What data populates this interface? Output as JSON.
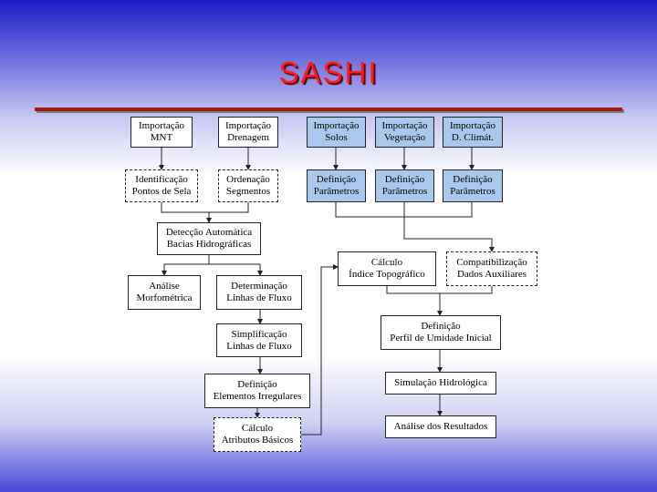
{
  "title": "SASHI",
  "nodes": {
    "importacao_mnt": "Importação\nMNT",
    "importacao_drenagem": "Importação\nDrenagem",
    "importacao_solos": "Importação\nSolos",
    "importacao_vegetacao": "Importação\nVegetação",
    "importacao_dclimat": "Importação\nD. Climát.",
    "identificacao_pontos": "Identificação\nPontos de Sela",
    "ordenacao_segmentos": "Ordenação\nSegmentos",
    "definicao_parametros_1": "Definição\nParâmetros",
    "definicao_parametros_2": "Definição\nParâmetros",
    "definicao_parametros_3": "Definição\nParâmetros",
    "deteccao_bacias": "Detecção Automática\nBacias Hidrográficas",
    "calculo_indice": "Cálculo\nÍndice Topográfico",
    "compatibilizacao": "Compatibilização\nDados Auxiliares",
    "analise_morfometrica": "Análise\nMorfométrica",
    "determinacao_linhas": "Determinação\nLinhas de Fluxo",
    "definicao_perfil": "Definição\nPerfil de Umidade Inicial",
    "simplificacao_linhas": "Simplificação\nLinhas de Fluxo",
    "simulacao_hidrologica": "Simulação Hidrológica",
    "definicao_elementos": "Definição\nElementos Irregulares",
    "calculo_atributos": "Cálculo\nAtributos Básicos",
    "analise_resultados": "Análise dos Resultados"
  },
  "colors": {
    "title": "#ff1a1a",
    "rule": "#a11b14",
    "blue_box_fill": "#aac8ee",
    "box_fill": "#ffffff"
  }
}
